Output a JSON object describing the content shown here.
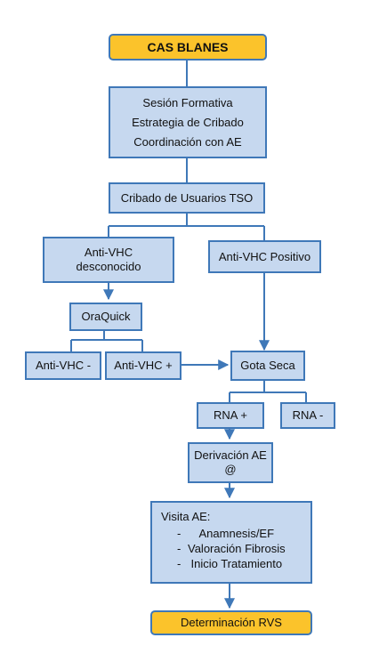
{
  "nodes": {
    "cas_blanes": "CAS BLANES",
    "sesion": [
      "Sesión Formativa",
      "Estrategia de Cribado",
      "Coordinación con AE"
    ],
    "cribado": "Cribado de Usuarios TSO",
    "anti_desconocido": [
      "Anti-VHC",
      "desconocido"
    ],
    "anti_positivo": "Anti-VHC Positivo",
    "oraquick": "OraQuick",
    "anti_neg": "Anti-VHC -",
    "anti_pos": "Anti-VHC +",
    "gota_seca": "Gota Seca",
    "rna_pos": "RNA +",
    "rna_neg": "RNA -",
    "derivacion": [
      "Derivación AE",
      "@"
    ],
    "visita_title": "Visita AE:",
    "visita_items": [
      "Anamnesis/EF",
      "Valoración Fibrosis",
      "Inicio Tratamiento"
    ],
    "determinacion": "Determinación RVS"
  },
  "colors": {
    "box_fill": "#c6d8ef",
    "box_border": "#3f78b8",
    "accent_fill": "#fbc32b",
    "connector": "#3f78b8"
  }
}
